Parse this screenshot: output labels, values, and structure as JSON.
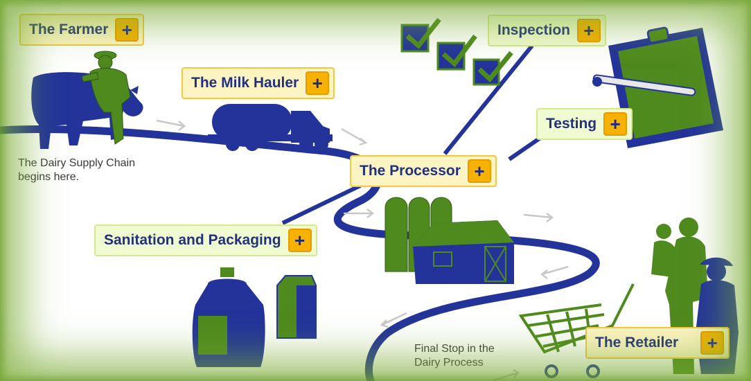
{
  "callouts": {
    "farmer": "The Farmer",
    "milk_hauler": "The Milk Hauler",
    "inspection": "Inspection",
    "testing": "Testing",
    "processor": "The Processor",
    "sanitation": "Sanitation and Packaging",
    "retailer": "The Retailer"
  },
  "plus_glyph": "+",
  "notes": {
    "start": "The Dairy Supply Chain\nbegins here.",
    "end": "Final Stop in the\nDairy Process"
  },
  "colors": {
    "blue": "#23339a",
    "green": "#4f8a1f",
    "callout_bg": "#fdf4c3",
    "callout_border": "#f5c73c",
    "plus_bg": "#f7b100"
  }
}
